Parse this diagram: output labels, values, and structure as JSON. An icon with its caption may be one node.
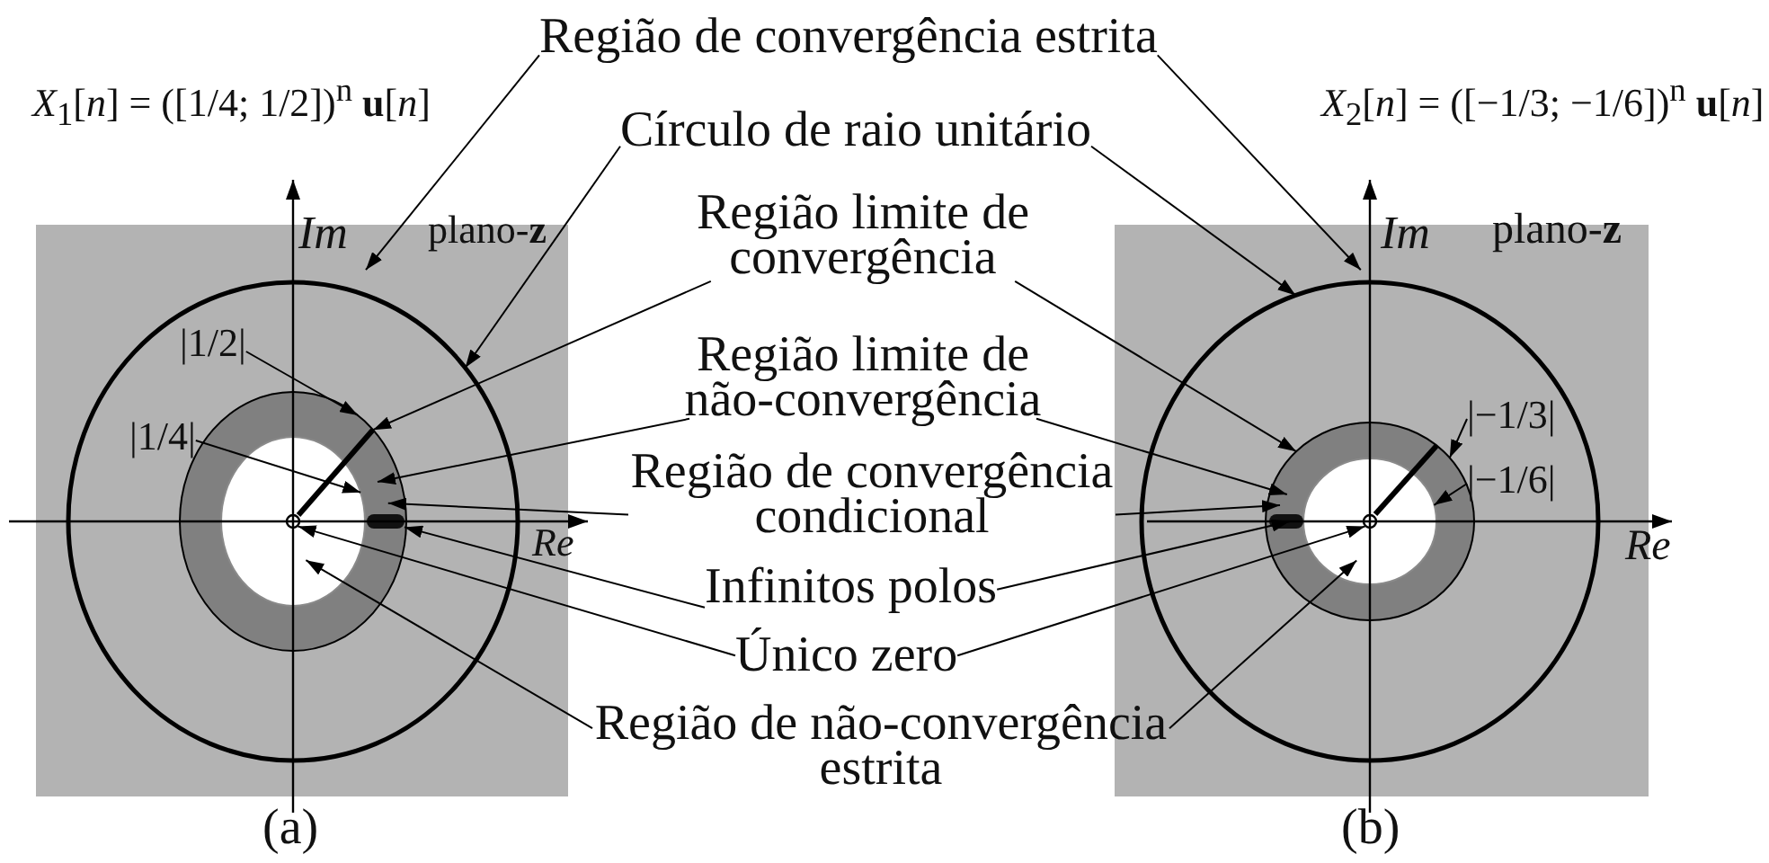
{
  "diagram": {
    "nodes": [
      {
        "text": [
          "Região de convergência estrita"
        ]
      },
      {
        "text": [
          "Círculo de raio unitário"
        ]
      },
      {
        "text": [
          "Região limite de convergência"
        ]
      },
      {
        "text": [
          "|1/2|"
        ],
        "in": 13
      },
      {
        "text": [
          "Região limite de não-convergência"
        ]
      },
      {
        "text": [
          "|1/4|"
        ],
        "in": 13
      },
      {
        "text": [
          "|−1/3|"
        ],
        "in": 19
      },
      {
        "text": [
          "Região de convergência condicional"
        ]
      },
      {
        "text": [
          "|−1/6|"
        ],
        "in": 19
      },
      {
        "text": [
          "Infinitos polos"
        ]
      },
      {
        "text": [
          "Único zero"
        ]
      },
      {
        "text": [
          "Região de não-convergência estrita"
        ]
      },
      {
        "text": [],
        "shape": "box"
      },
      {
        "text": [],
        "shape": "circle",
        "in": 12
      },
      {
        "text": [],
        "shape": "ring",
        "in": 13
      },
      {
        "text": [],
        "shape": "circle",
        "in": 14
      },
      {
        "text": [],
        "shape": "bar",
        "in": 14
      },
      {
        "text": [],
        "shape": "circle",
        "in": 15
      },
      {
        "text": [],
        "shape": "box"
      },
      {
        "text": [],
        "shape": "circle",
        "in": 18
      },
      {
        "text": [],
        "shape": "ring",
        "in": 19
      },
      {
        "text": [],
        "shape": "circle",
        "in": 20
      },
      {
        "text": [],
        "shape": "bar",
        "in": 20
      },
      {
        "text": [],
        "shape": "circle",
        "in": 21
      }
    ],
    "edges": [
      {
        "from": 0,
        "to": 12,
        "arrow": "to"
      },
      {
        "from": 0,
        "to": 18,
        "arrow": "to"
      },
      {
        "from": 1,
        "to": 13,
        "arrow": "to"
      },
      {
        "from": 1,
        "to": 19,
        "arrow": "to"
      },
      {
        "from": 2,
        "to": 14,
        "arrow": "to"
      },
      {
        "from": 2,
        "to": 20,
        "arrow": "to"
      },
      {
        "from": 4,
        "to": 14,
        "arrow": "to"
      },
      {
        "from": 4,
        "to": 20,
        "arrow": "to"
      },
      {
        "from": 7,
        "to": 14,
        "arrow": "to"
      },
      {
        "from": 7,
        "to": 20,
        "arrow": "to"
      },
      {
        "from": 9,
        "to": 16,
        "arrow": "to"
      },
      {
        "from": 9,
        "to": 22,
        "arrow": "to"
      },
      {
        "from": 10,
        "to": 17,
        "arrow": "to"
      },
      {
        "from": 10,
        "to": 23,
        "arrow": "to"
      },
      {
        "from": 11,
        "to": 15,
        "arrow": "to"
      },
      {
        "from": 11,
        "to": 21,
        "arrow": "to"
      },
      {
        "from": 3,
        "to": 14,
        "arrow": "to"
      },
      {
        "from": 5,
        "to": 15,
        "arrow": "to"
      },
      {
        "from": 6,
        "to": 20,
        "arrow": "to"
      },
      {
        "from": 8,
        "to": 21,
        "arrow": "to"
      }
    ],
    "labels": [
      "*X*$_{1}$[*n*] = ([1/4; 1/2])$^{n}$ **u**[*n*]",
      "*X*$_{2}$[*n*] = ([−1/3; −1/6])$^{n}$ **u**[*n*]",
      "Im",
      "plano-**z**",
      "Im",
      "plano-**z**",
      "Re",
      "Re",
      "(a)",
      "(b)"
    ]
  }
}
